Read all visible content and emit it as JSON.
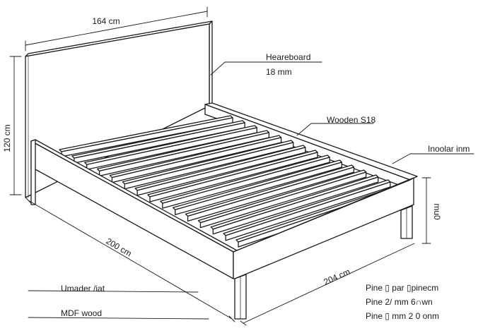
{
  "dimensions": {
    "headboard_width": "164 cm",
    "headboard_height": "120 cm",
    "bed_length": "200 cm",
    "bed_width": "204 cm",
    "right_height": "mu0"
  },
  "callouts": {
    "headboard_line1": "Heareboard",
    "headboard_line2": "18 mm",
    "side": "Wooden S18",
    "right_rail": "Inoolar inm",
    "bottom_upper": "Umader /iat",
    "bottom_lower": "MDF wood"
  },
  "legend": [
    "Pine ▯ par ▯pinecm",
    "Pine 2/ mm 6∩wn",
    "Pine ▯ mm 2 0 onm"
  ],
  "colors": {
    "line": "#1a1a1a",
    "fill": "#ffffff"
  }
}
